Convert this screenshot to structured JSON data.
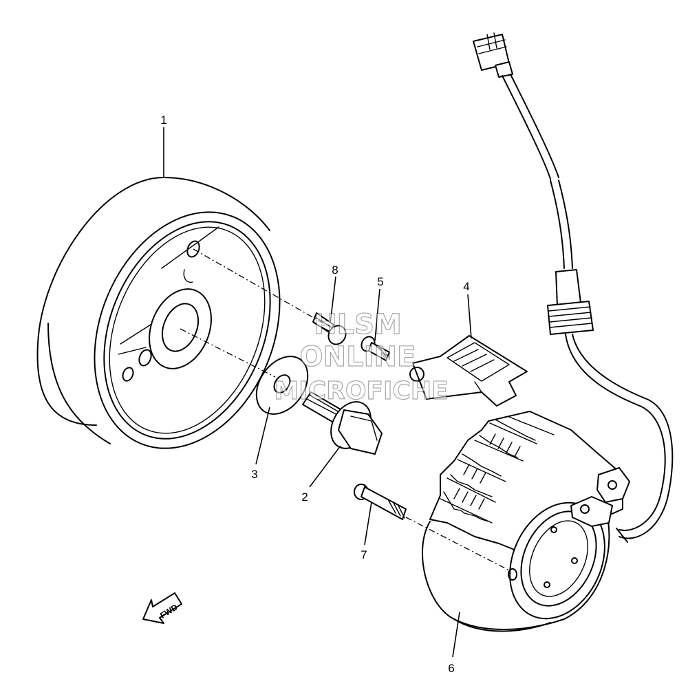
{
  "diagram": {
    "callouts": [
      {
        "id": "1",
        "label": "1"
      },
      {
        "id": "2",
        "label": "2"
      },
      {
        "id": "3",
        "label": "3"
      },
      {
        "id": "4",
        "label": "4"
      },
      {
        "id": "5",
        "label": "5"
      },
      {
        "id": "6",
        "label": "6"
      },
      {
        "id": "7",
        "label": "7"
      },
      {
        "id": "8",
        "label": "8"
      }
    ],
    "direction_marker": "FWD",
    "watermark": [
      "HLSM",
      "ONLINE",
      "MICROFICHE"
    ]
  }
}
